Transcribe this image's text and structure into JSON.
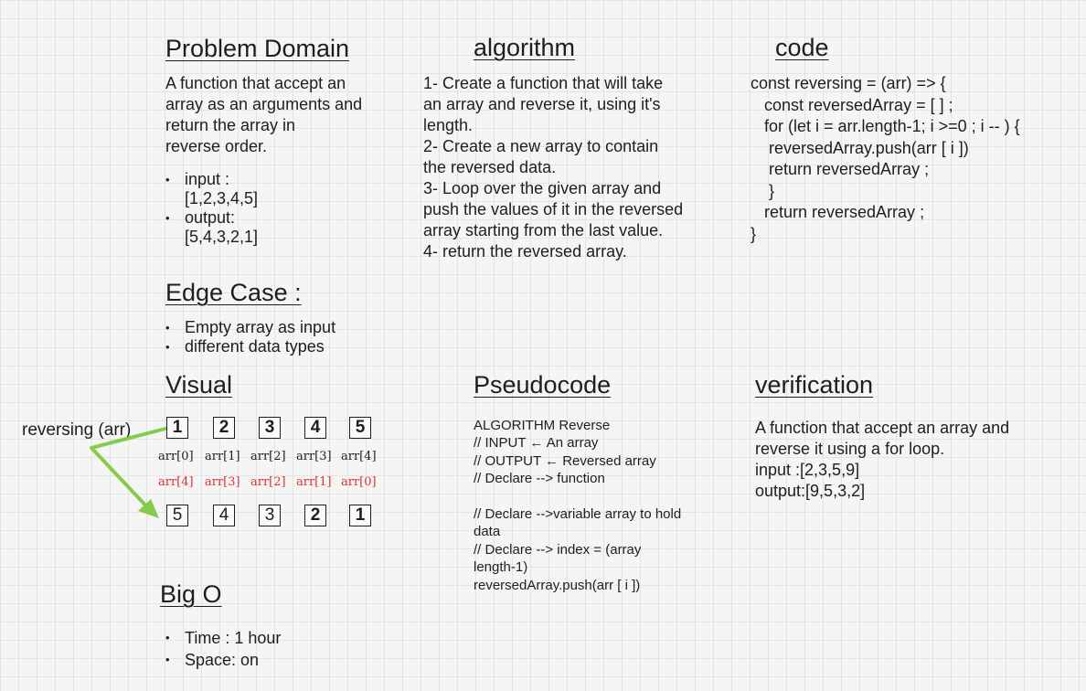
{
  "problem_domain": {
    "title": "Problem Domain",
    "description": "A function that accept an\narray as an arguments and\nreturn the array in\nreverse order.",
    "bullets": [
      "input :\n[1,2,3,4,5]",
      "output:\n[5,4,3,2,1]"
    ]
  },
  "algorithm": {
    "title": "algorithm",
    "text": "1- Create a function that will take\nan array and reverse it, using it's\nlength.\n2-  Create a new array to contain\nthe reversed data.\n3- Loop over the given array and\npush the values of it in the reversed\narray starting from the last value.\n4- return the reversed array."
  },
  "code": {
    "title": "code",
    "text": "const reversing = (arr) => {\n   const reversedArray = [ ] ;\n   for (let i = arr.length-1; i >=0 ; i -- ) {\n    reversedArray.push(arr [ i ])\n    return reversedArray ;\n    }\n   return reversedArray ;\n}"
  },
  "edge_case": {
    "title": "Edge Case :",
    "bullets": [
      "Empty array as input",
      "different data types"
    ]
  },
  "visual": {
    "title": "Visual",
    "function_label": "reversing (arr)",
    "input_values": [
      "1",
      "2",
      "3",
      "4",
      "5"
    ],
    "input_indices": [
      "arr[0]",
      "arr[1]",
      "arr[2]",
      "arr[3]",
      "arr[4]"
    ],
    "reversed_indices": [
      "arr[4]",
      "arr[3]",
      "arr[2]",
      "arr[1]",
      "arr[0]"
    ],
    "output_values": [
      "5",
      "4",
      "3",
      "2",
      "1"
    ],
    "colors": {
      "arrow": "#84cc4a",
      "reversed_index": "#e03131",
      "ink": "#1e1e1e"
    }
  },
  "pseudocode": {
    "title": "Pseudocode",
    "text": "ALGORITHM Reverse\n// INPUT ← An array\n// OUTPUT ← Reversed array\n// Declare --> function\n\n// Declare -->variable array to hold\ndata\n// Declare --> index = (array\nlength-1)\nreversedArray.push(arr [ i ])"
  },
  "verification": {
    "title": "verification ",
    "text": "A function that accept an array and\nreverse it using  a for loop.\ninput :[2,3,5,9]\noutput:[9,5,3,2]"
  },
  "big_o": {
    "title": "Big O",
    "bullets": [
      "Time : 1 hour",
      "Space: on"
    ]
  }
}
